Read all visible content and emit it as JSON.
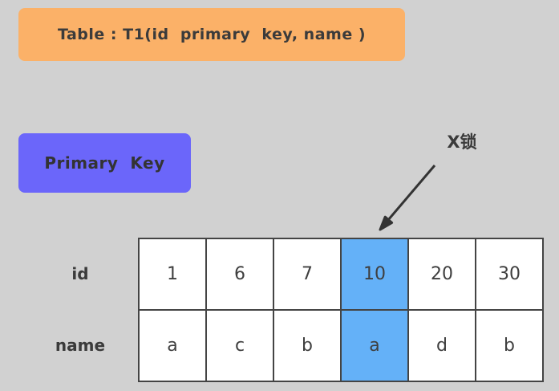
{
  "banner": {
    "label": "Table : T1(id  primary  key, name )"
  },
  "primary_key_badge": {
    "label": "Primary  Key"
  },
  "lock_annotation": {
    "label": "X锁"
  },
  "table": {
    "row_headers": [
      "id",
      "name"
    ],
    "rows": [
      {
        "header": "id",
        "cells": [
          "1",
          "6",
          "7",
          "10",
          "20",
          "30"
        ]
      },
      {
        "header": "name",
        "cells": [
          "a",
          "c",
          "b",
          "a",
          "d",
          "b"
        ]
      }
    ],
    "highlighted_column_index": 3
  },
  "colors": {
    "background": "#d1d1d1",
    "banner": "#fbb168",
    "primary_key_badge": "#6b66fa",
    "lock_highlight": "#64b1f8",
    "border": "#444444",
    "text": "#3b3b3b"
  }
}
